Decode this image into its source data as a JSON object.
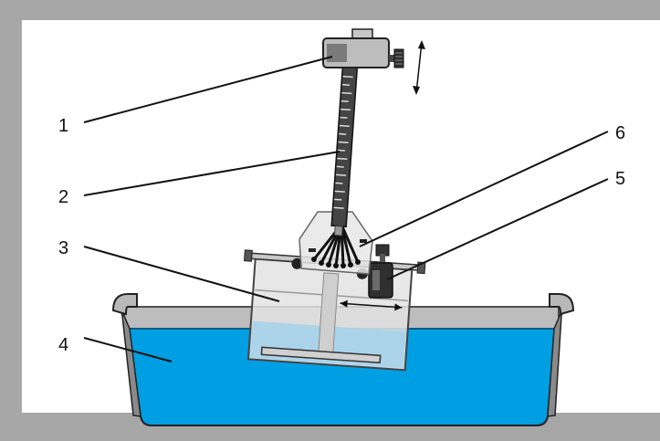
{
  "diagram": {
    "callouts": [
      {
        "label": "1"
      },
      {
        "label": "2"
      },
      {
        "label": "3"
      },
      {
        "label": "4"
      },
      {
        "label": "5"
      },
      {
        "label": "6"
      }
    ]
  },
  "colors": {
    "frame": "#a7a7a7",
    "panel": "#ffffff",
    "water": "#009fe3",
    "water_dark": "#0085c4",
    "tray_rim": "#b0b0b0",
    "tray_outline": "#222222",
    "glass": "#d6d6d6",
    "glass_water": "#a8d4ea",
    "metal_dark": "#333333",
    "metal_light": "#c8c8c8"
  }
}
